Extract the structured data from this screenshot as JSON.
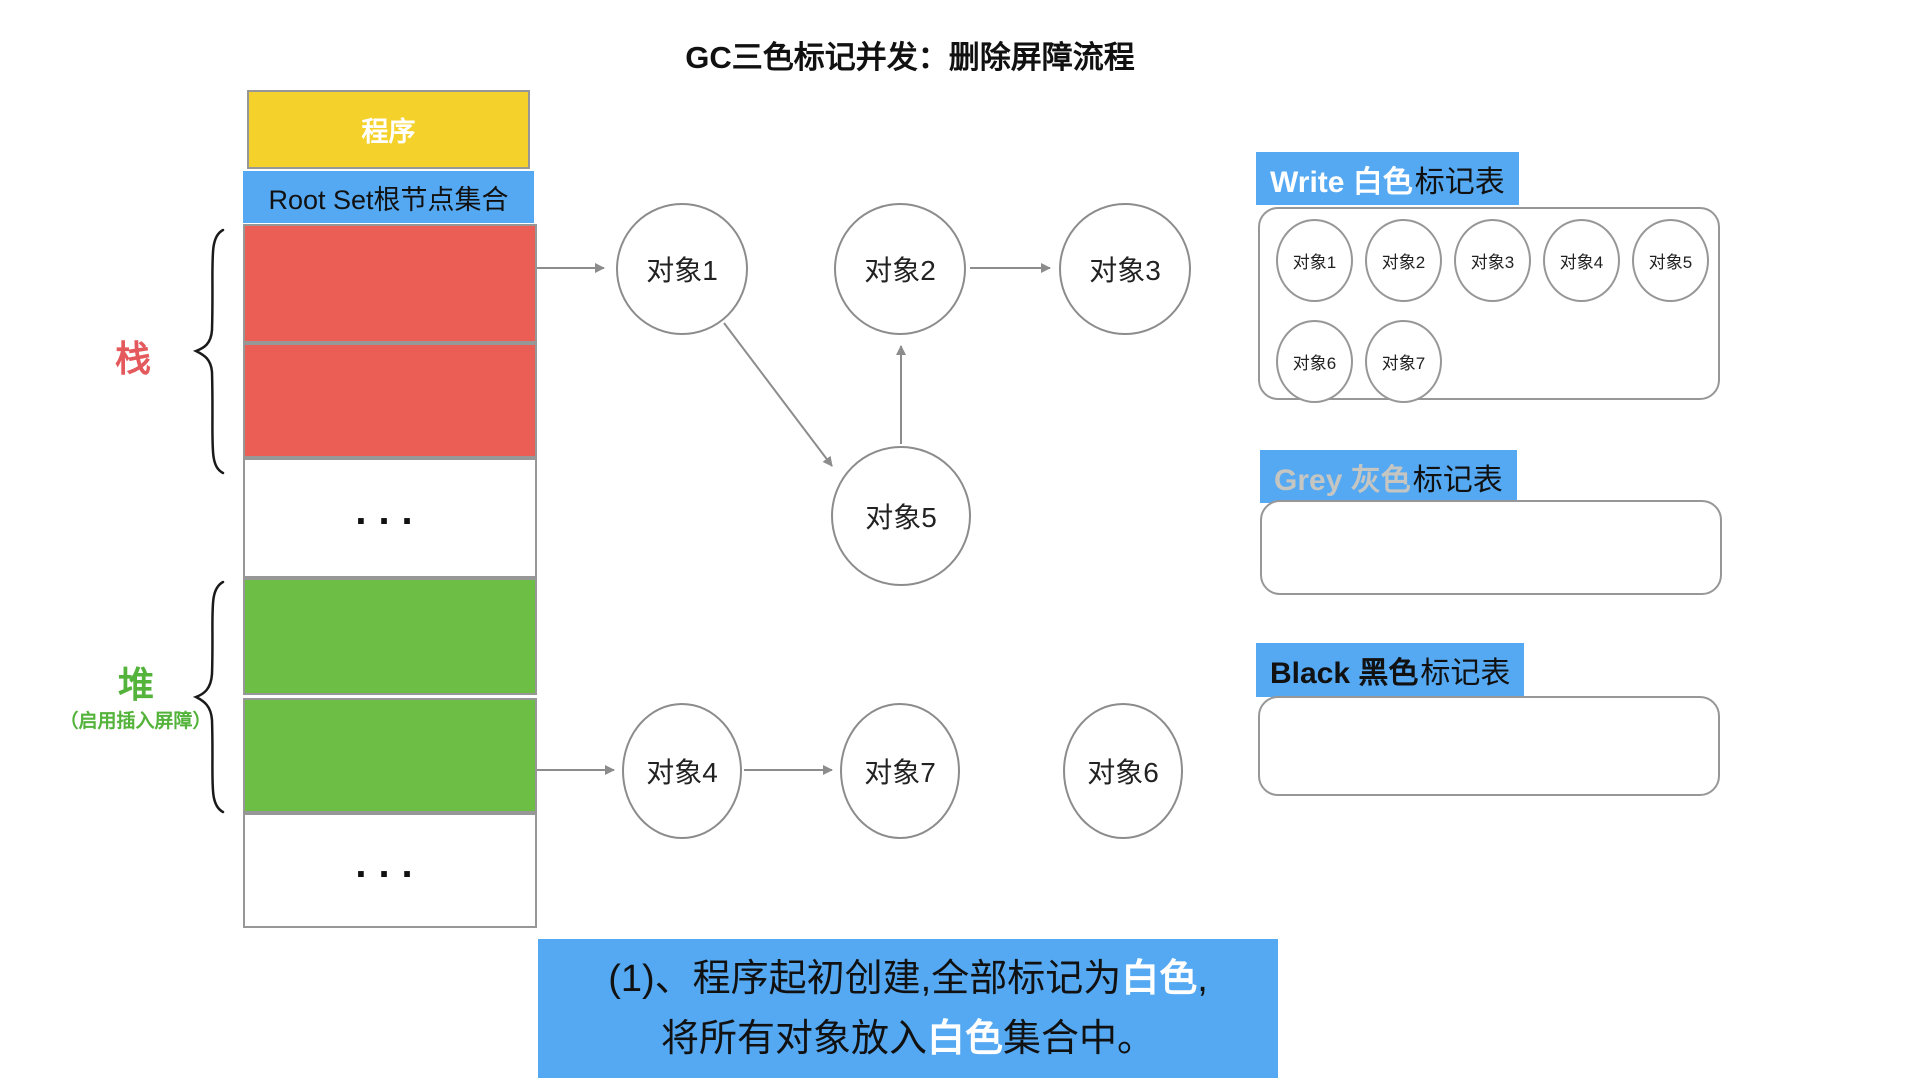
{
  "title": "GC三色标记并发：删除屏障流程",
  "memory_column": {
    "program": "程序",
    "root_set": "Root Set根节点集合",
    "ellipsis1": "...",
    "ellipsis2": "...",
    "stack_label": "栈",
    "heap_label": "堆",
    "heap_sublabel": "（启用插入屏障）"
  },
  "graph": {
    "nodes": [
      {
        "id": "obj1",
        "label": "对象1"
      },
      {
        "id": "obj2",
        "label": "对象2"
      },
      {
        "id": "obj3",
        "label": "对象3"
      },
      {
        "id": "obj5",
        "label": "对象5"
      },
      {
        "id": "obj4",
        "label": "对象4"
      },
      {
        "id": "obj7",
        "label": "对象7"
      },
      {
        "id": "obj6",
        "label": "对象6"
      }
    ],
    "edges": [
      "rootset→对象1",
      "对象1→对象5",
      "对象5→对象2",
      "对象2→对象3",
      "heap→对象4",
      "对象4→对象7"
    ]
  },
  "tables": {
    "white": {
      "title_en": "Write 白色",
      "title_cn": "标记表",
      "items": [
        "对象1",
        "对象2",
        "对象3",
        "对象4",
        "对象5",
        "对象6",
        "对象7"
      ]
    },
    "grey": {
      "title_en": "Grey 灰色",
      "title_cn": "标记表",
      "items": []
    },
    "black": {
      "title_en": "Black 黑色",
      "title_cn": "标记表",
      "items": []
    }
  },
  "caption": {
    "line1": [
      {
        "text": "(1)、程序起初创建,全部标记为"
      },
      {
        "text": "白色"
      },
      {
        "text": ","
      }
    ],
    "line2": [
      {
        "text": "将所有对象放入"
      },
      {
        "text": "白色"
      },
      {
        "text": "集合中。"
      }
    ]
  },
  "colors": {
    "blue": "#55A9F2",
    "red": "#EB5E56",
    "green": "#6DBE45",
    "yellow": "#F5D22B",
    "grey_header_text": "#C5C5C1",
    "node_border": "#8C8C8C",
    "box_border": "#979797",
    "stack_label_color": "#E4595C",
    "heap_label_color": "#53B33A"
  }
}
